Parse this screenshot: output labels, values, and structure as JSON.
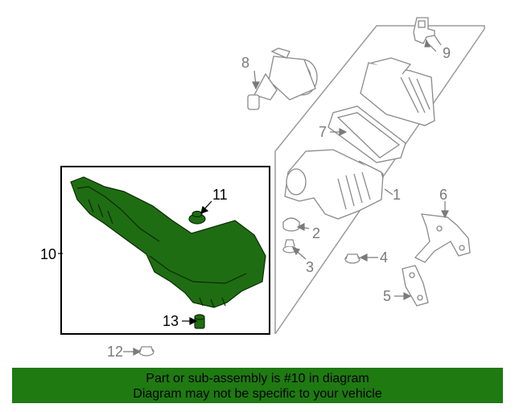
{
  "callouts": {
    "c1": "1",
    "c2": "2",
    "c3": "3",
    "c4": "4",
    "c5": "5",
    "c6": "6",
    "c7": "7",
    "c8": "8",
    "c9": "9",
    "c10": "10",
    "c11": "11",
    "c12": "12",
    "c13": "13"
  },
  "banner": {
    "line1": "Part or sub-assembly is #10 in diagram",
    "line2": "Diagram may not be specific to your vehicle"
  },
  "colors": {
    "highlight": "#1f6d12",
    "banner": "#1f7a12",
    "line": "#9a9a9a",
    "callout_dark": "#000000",
    "callout_grey": "#7a7a7a"
  }
}
